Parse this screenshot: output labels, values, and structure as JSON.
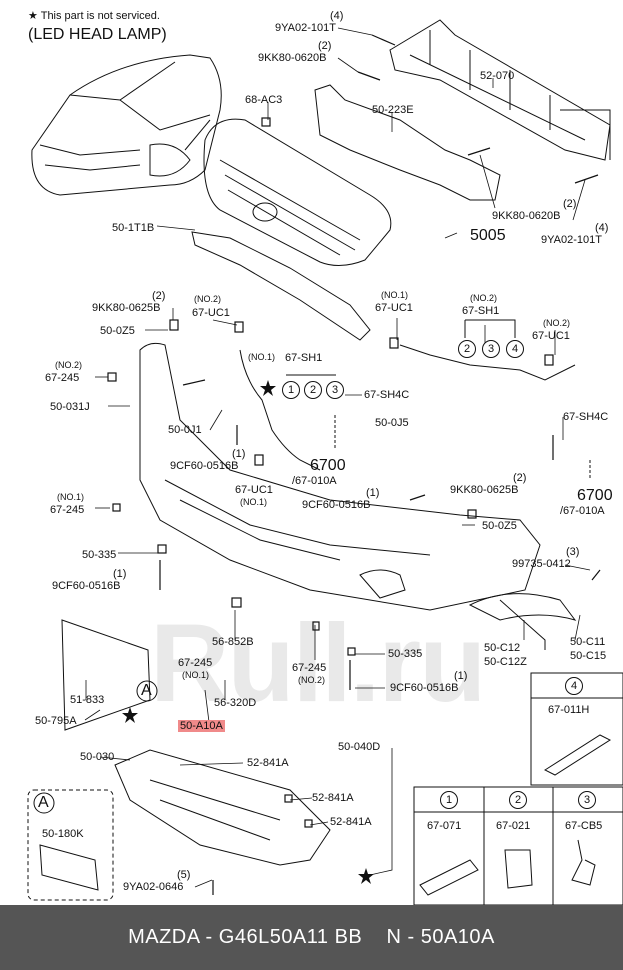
{
  "notes": {
    "not_serviced": "★ This part is not serviced.",
    "led": "(LED HEAD LAMP)"
  },
  "watermark": "Rull.ru",
  "labels": {
    "p_9ya02_top_qty": "(4)",
    "p_9ya02_top": "9YA02-101T",
    "p_9kk80_top_qty": "(2)",
    "p_9kk80_top": "9KK80-0620B",
    "p_52070": "52-070",
    "p_68ac3": "68-AC3",
    "p_50223e": "50-223E",
    "p_9kk80_right": "9KK80-0620B",
    "p_9kk80_right_qty": "(2)",
    "p_9ya02_right_qty": "(4)",
    "p_9ya02_right": "9YA02-101T",
    "p_5005": "5005",
    "p_501t1b": "50-1T1B",
    "p_9kk80_0625b_qty": "(2)",
    "p_9kk80_0625b": "9KK80-0625B",
    "p_no2_a": "(NO.2)",
    "p_67uc1_a": "67-UC1",
    "p_500z5_a": "50-0Z5",
    "p_no1_a": "(NO.1)",
    "p_67uc1_b": "67-UC1",
    "p_no2_sh1": "(NO.2)",
    "p_67sh1_a": "67-SH1",
    "p_no2_uc1_r": "(NO.2)",
    "p_67uc1_r": "67-UC1",
    "p_no2_245": "(NO.2)",
    "p_67245_a": "67-245",
    "p_no1_sh1": "(NO.1)",
    "p_67sh1_b": "67-SH1",
    "p_67sh4c_a": "67-SH4C",
    "p_50031j": "50-031J",
    "p_500j5": "50-0J5",
    "p_67sh4c_b": "67-SH4C",
    "p_500j1": "50-0J1",
    "p_9cf60_a_qty": "(1)",
    "p_9cf60_a": "9CF60-0516B",
    "p_6700_a": "6700",
    "p_67010a_a": "/67-010A",
    "p_67uc1_c": "67-UC1",
    "p_no1_c": "(NO.1)",
    "p_9kk80_0625b_r_qty": "(2)",
    "p_9kk80_0625b_r": "9KK80-0625B",
    "p_9cf60_b_qty": "(1)",
    "p_9cf60_b": "9CF60-0516B",
    "p_6700_b": "6700",
    "p_67010a_b": "/67-010A",
    "p_no1_245": "(NO.1)",
    "p_67245_b": "67-245",
    "p_500z5_b": "50-0Z5",
    "p_50335_a": "50-335",
    "p_9cf60_c_qty": "(1)",
    "p_9cf60_c": "9CF60-0516B",
    "p_99735_qty": "(3)",
    "p_99735": "99735-0412",
    "p_56852b": "56-852B",
    "p_67245_c": "67-245",
    "p_no1_d": "(NO.1)",
    "p_67245_d": "67-245",
    "p_no2_d": "(NO.2)",
    "p_50335_b": "50-335",
    "p_9cf60_d_qty": "(1)",
    "p_9cf60_d": "9CF60-0516B",
    "p_50c12": "50-C12",
    "p_50c12z": "50-C12Z",
    "p_50c11": "50-C11",
    "p_50c15": "50-C15",
    "p_51833": "51-833",
    "p_50795a": "50-795A",
    "p_56320d": "56-320D",
    "p_50a10a": "50-A10A",
    "p_50030": "50-030",
    "p_50040d": "50-040D",
    "p_52841a_a": "52-841A",
    "p_52841a_b": "52-841A",
    "p_52841a_c": "52-841A",
    "p_a_marker": "A",
    "p_a_marker2": "A",
    "p_50180k": "50-180K",
    "p_9ya02_0646_qty": "(5)",
    "p_9ya02_0646": "9YA02-0646",
    "p_box4_num": "4",
    "p_67011h": "67-011H",
    "p_box_n1": "1",
    "p_box_n2": "2",
    "p_box_n3": "3",
    "p_67071": "67-071",
    "p_67021": "67-021",
    "p_67cb5": "67-CB5",
    "c1": "1",
    "c2": "2",
    "c3": "3",
    "c1b": "1",
    "c2b": "2",
    "c3b": "3",
    "c4b": "4"
  },
  "footer": {
    "text": "MAZDA - G46L50A11 BB    N - 50A10A"
  }
}
